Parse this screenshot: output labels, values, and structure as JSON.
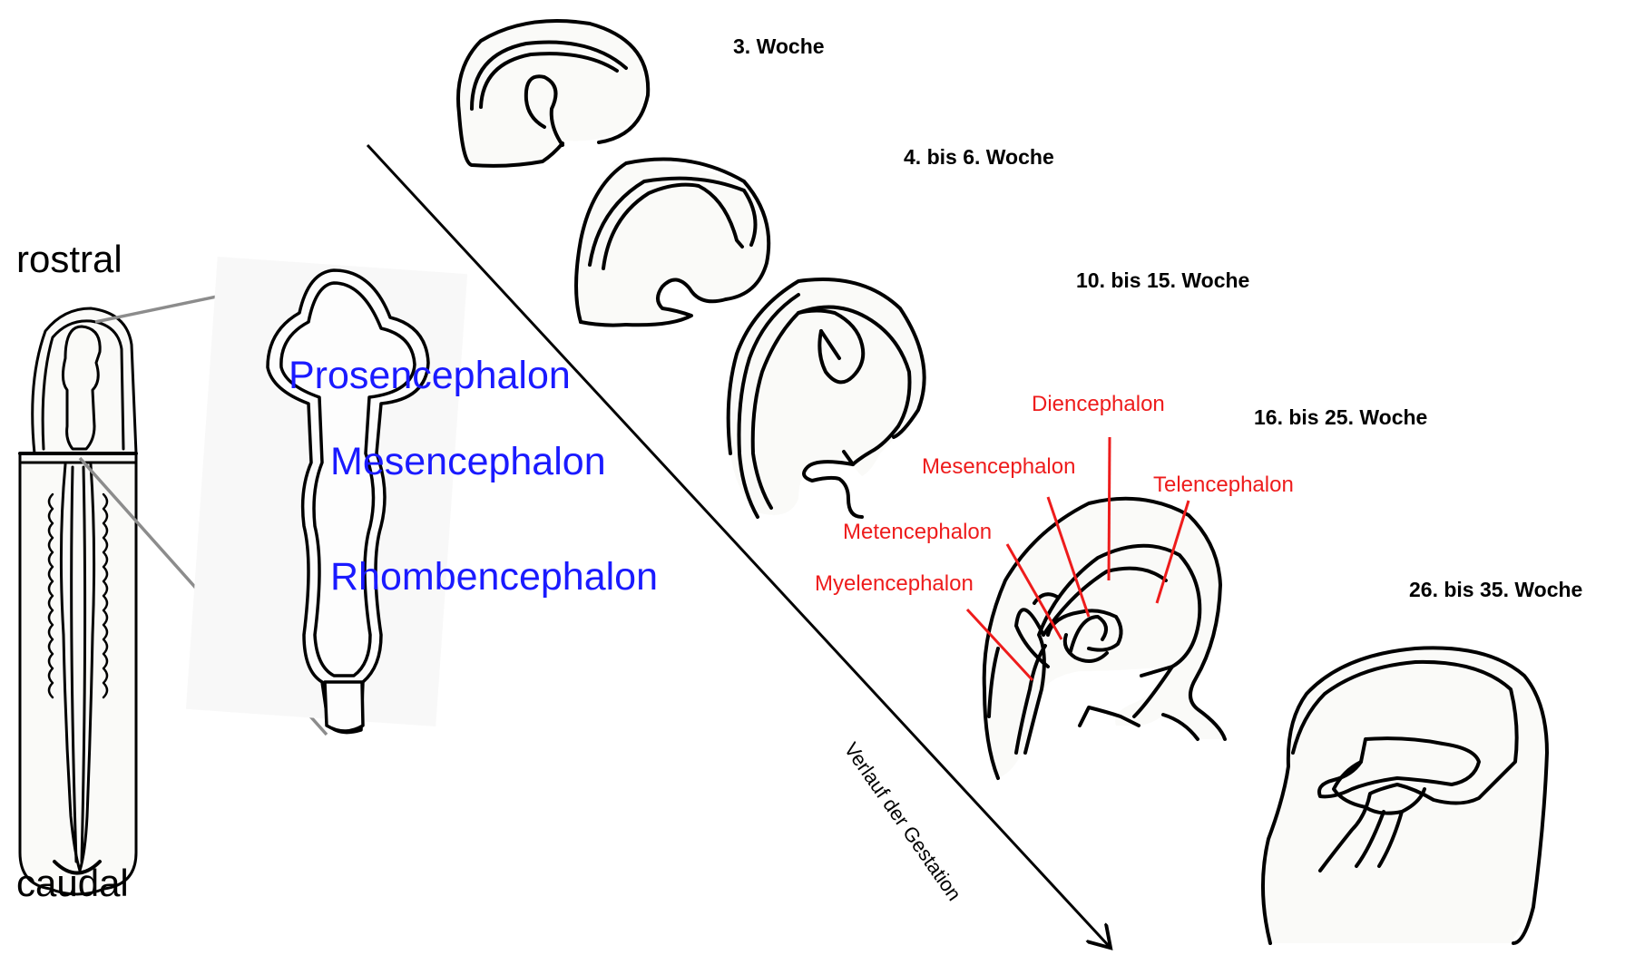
{
  "orientation": {
    "top": "rostral",
    "bottom": "caudal"
  },
  "primary_vesicles": [
    "Prosencephalon",
    "Mesencephalon",
    "Rhombencephalon"
  ],
  "weeks": [
    "3. Woche",
    "4. bis 6. Woche",
    "10. bis 15. Woche",
    "16. bis 25. Woche",
    "26. bis 35. Woche"
  ],
  "secondary_vesicles": {
    "diencephalon": "Diencephalon",
    "mesencephalon": "Mesencephalon",
    "telencephalon": "Telencephalon",
    "metencephalon": "Metencephalon",
    "myelencephalon": "Myelencephalon"
  },
  "timeline_label": "Verlauf der Gestation",
  "colors": {
    "outline": "#000000",
    "primary_label": "#1a1aff",
    "secondary_label": "#ee1c1c",
    "zoom_line": "#8c8c8c"
  }
}
